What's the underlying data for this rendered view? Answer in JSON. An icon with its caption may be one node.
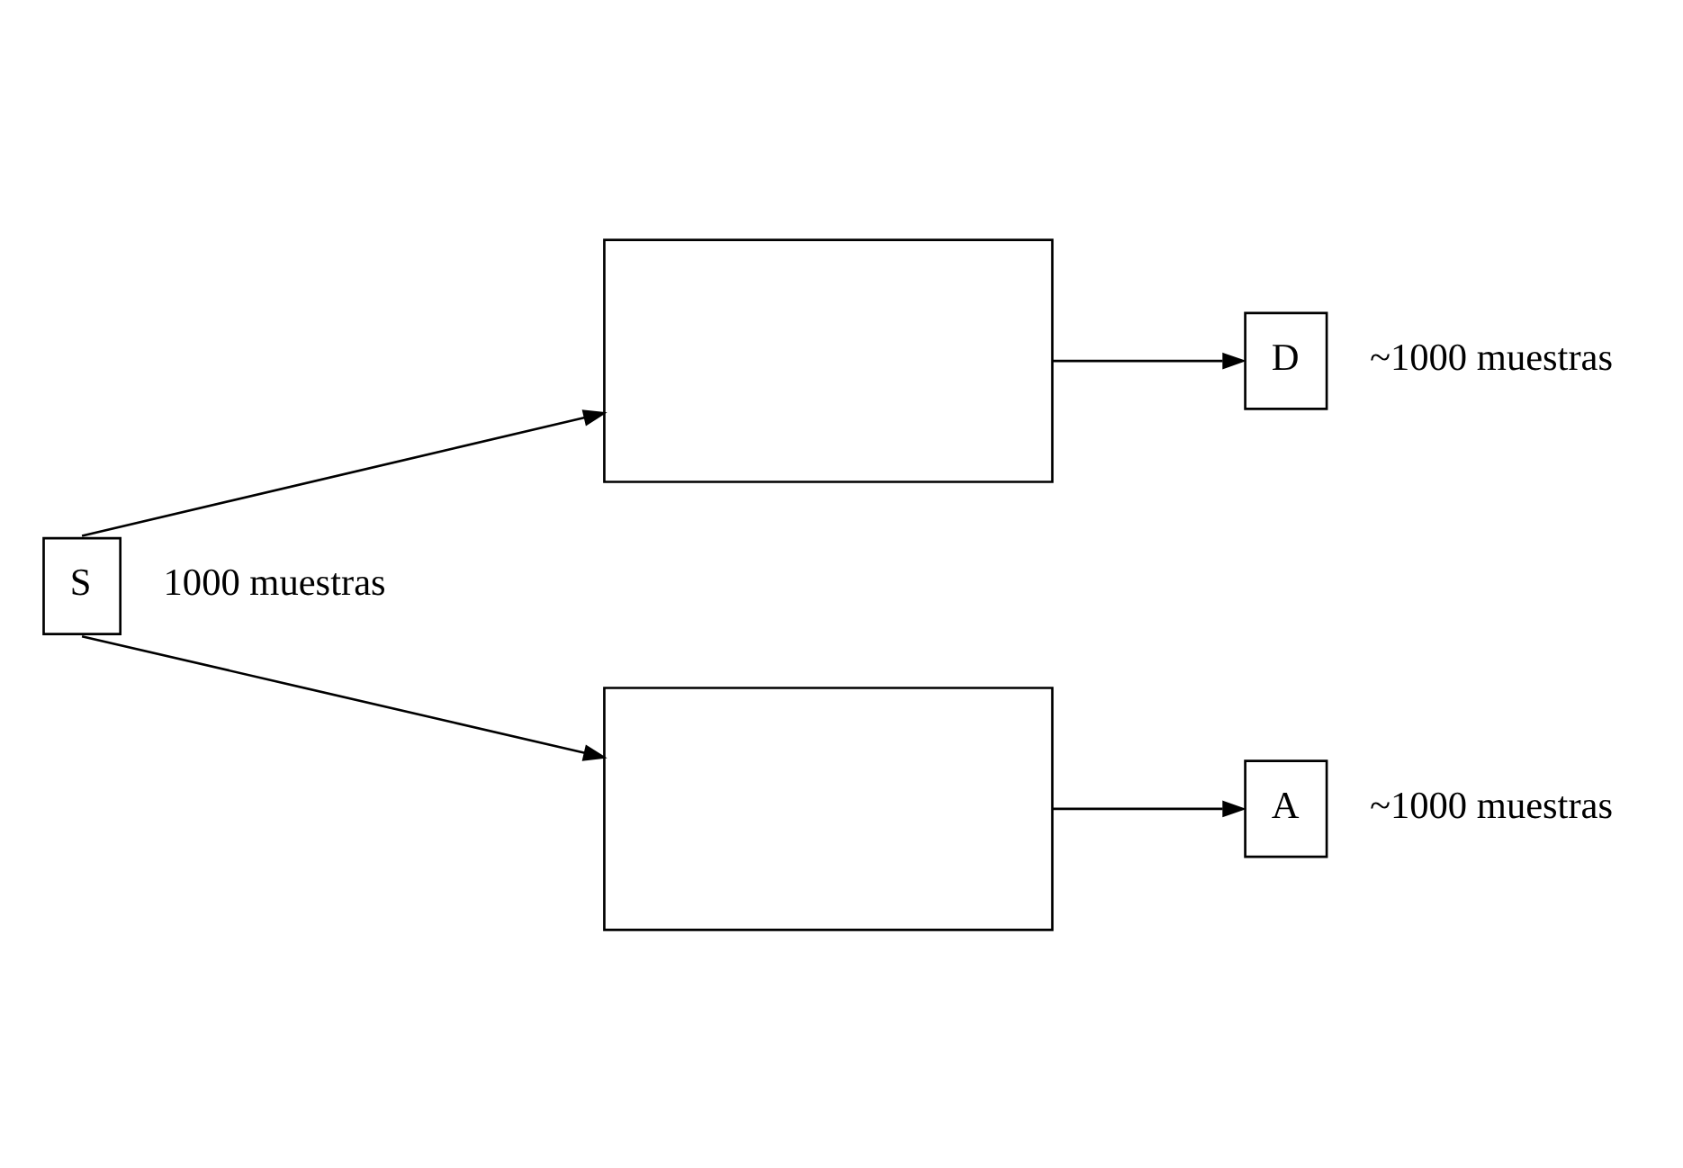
{
  "diagram": {
    "nodes": [
      {
        "text": [],
        "shape": "box"
      },
      {
        "text": [
          "D"
        ],
        "beside": [
          "~1000 muestras"
        ]
      },
      {
        "text": [
          "S"
        ],
        "beside": [
          "1000 muestras"
        ]
      },
      {
        "text": [],
        "shape": "box"
      },
      {
        "text": [
          "A"
        ],
        "beside": [
          "~1000 muestras"
        ]
      }
    ],
    "edges": [
      {
        "from": 2,
        "to": 0,
        "arrow": "to"
      },
      {
        "from": 0,
        "to": 1,
        "arrow": "to"
      },
      {
        "from": 2,
        "to": 3,
        "arrow": "to"
      },
      {
        "from": 3,
        "to": 4,
        "arrow": "to"
      }
    ]
  }
}
